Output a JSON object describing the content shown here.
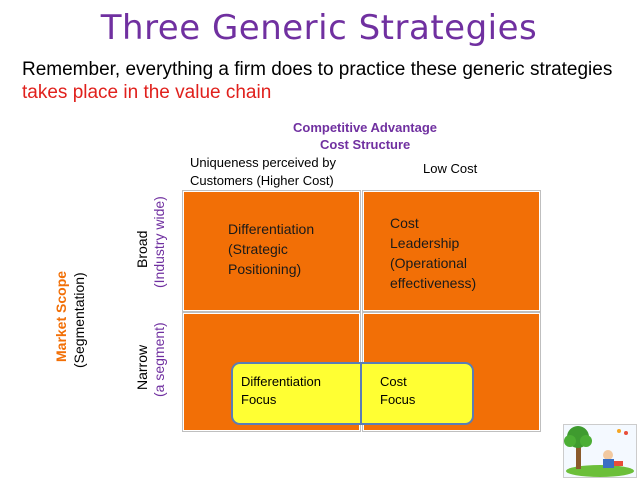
{
  "title": "Three Generic Strategies",
  "subtitle": {
    "part1": "Remember, everything a firm does to practice these generic strategies ",
    "highlight": "takes place in the value chain"
  },
  "axis_top": {
    "title": "Competitive Advantage",
    "subtitle": "Cost Structure",
    "col1_line1": "Uniqueness perceived by",
    "col1_line2": "Customers (Higher Cost)",
    "col2": "Low Cost"
  },
  "axis_left": {
    "title": "Market Scope",
    "subtitle": "(Segmentation)",
    "row1_line1": "Broad",
    "row1_line2": "(Industry wide)",
    "row2_line1": "Narrow",
    "row2_line2": "(a segment)"
  },
  "cells": {
    "differentiation": [
      "Differentiation",
      "(Strategic",
      "Positioning)"
    ],
    "cost_leadership": [
      "Cost",
      "Leadership",
      "(Operational",
      "effectiveness)"
    ],
    "diff_focus": [
      "Differentiation",
      "Focus"
    ],
    "cost_focus": [
      "Cost",
      "Focus"
    ]
  },
  "colors": {
    "title": "#7030a0",
    "highlight": "#e0201c",
    "box": "#f26f06",
    "focus_band": "#ffff33",
    "focus_border": "#5a7db5",
    "market_scope": "#f26f06"
  },
  "icons": [
    "person-reading-under-tree-clipart"
  ]
}
